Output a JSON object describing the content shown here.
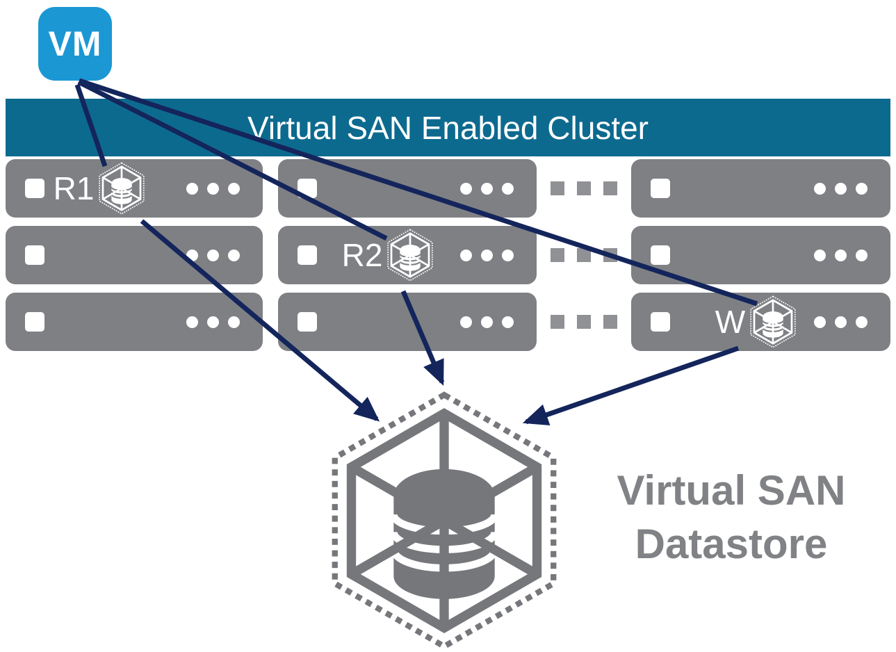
{
  "vm": {
    "label": "VM"
  },
  "cluster": {
    "title": "Virtual SAN Enabled Cluster",
    "hosts": [
      {
        "id": "host-1",
        "label": "R1",
        "component": "replica-1"
      },
      {
        "id": "host-2",
        "label": ""
      },
      {
        "id": "host-3",
        "label": ""
      },
      {
        "id": "host-4",
        "label": ""
      },
      {
        "id": "host-5",
        "label": "R2",
        "component": "replica-2"
      },
      {
        "id": "host-6",
        "label": ""
      },
      {
        "id": "host-7",
        "label": ""
      },
      {
        "id": "host-8",
        "label": ""
      },
      {
        "id": "host-9",
        "label": "W",
        "component": "witness"
      }
    ],
    "more_hosts_ellipsis_rows": 3
  },
  "datastore": {
    "line1": "Virtual SAN",
    "line2": "Datastore"
  },
  "arrows": {
    "vm_to_components": [
      [
        "VM",
        "R1"
      ],
      [
        "VM",
        "R2"
      ],
      [
        "VM",
        "W"
      ]
    ],
    "components_to_datastore": [
      [
        "R1",
        "Virtual SAN Datastore"
      ],
      [
        "R2",
        "Virtual SAN Datastore"
      ],
      [
        "W",
        "Virtual SAN Datastore"
      ]
    ]
  },
  "icons": {
    "vm_badge": "vm-icon",
    "host_component": "datastore-hexagon-icon",
    "datastore": "datastore-hexagon-icon"
  },
  "colors": {
    "vm_blue": "#1B97D4",
    "banner_teal": "#0D6A8F",
    "host_gray": "#7E8084",
    "ellipsis_gray": "#8F9194",
    "datastore_gray": "#75777B",
    "label_gray": "#808285",
    "arrow_navy": "#14255C",
    "white": "#FFFFFF"
  }
}
